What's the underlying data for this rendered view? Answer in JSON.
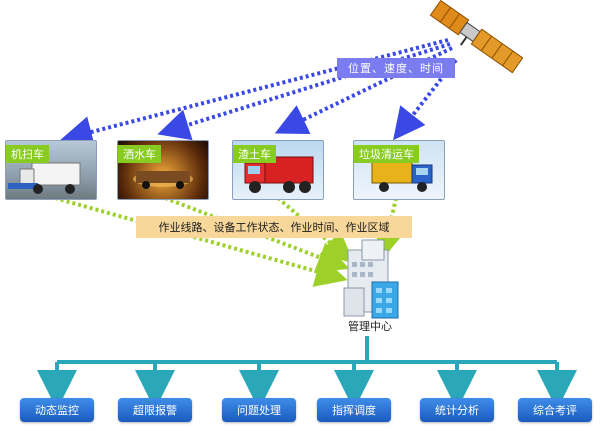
{
  "satellite_band": "位置、速度、时间",
  "mid_band": "作业线路、设备工作状态、作业时间、作业区域",
  "center_label": "管理中心",
  "vehicles": [
    {
      "label": "机扫车"
    },
    {
      "label": "洒水车"
    },
    {
      "label": "渣土车"
    },
    {
      "label": "垃圾清运车"
    }
  ],
  "buttons": [
    {
      "label": "动态监控"
    },
    {
      "label": "超限报警"
    },
    {
      "label": "问题处理"
    },
    {
      "label": "指挥调度"
    },
    {
      "label": "统计分析"
    },
    {
      "label": "综合考评"
    }
  ],
  "colors": {
    "satellite_link": "#3a49e6",
    "data_link": "#9dd12a",
    "tree": "#2aa7b8",
    "button": "#2b74d8"
  }
}
